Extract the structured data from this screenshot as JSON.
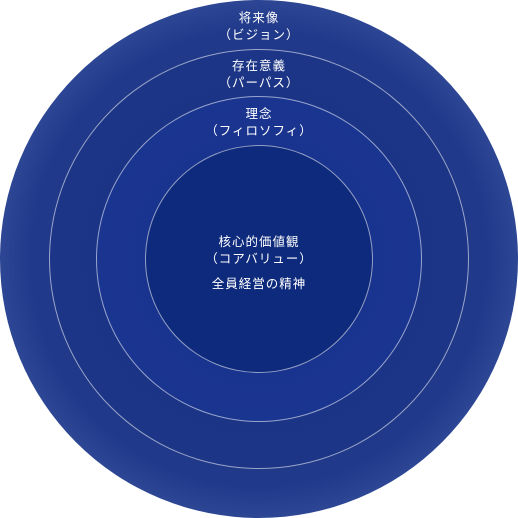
{
  "rings": {
    "vision": {
      "title": "将来像",
      "reading": "（ビジョン）",
      "color": "#20398a"
    },
    "purpose": {
      "title": "存在意義",
      "reading": "（パーパス）",
      "color": "#1c3586"
    },
    "philosophy": {
      "title": "理念",
      "reading": "（フィロソフィ）",
      "color": "#1a3590"
    },
    "core": {
      "title": "核心的価値観",
      "reading": "（コアバリュー）",
      "spirit": "全員経営の精神",
      "color": "#0e2a7c"
    }
  }
}
